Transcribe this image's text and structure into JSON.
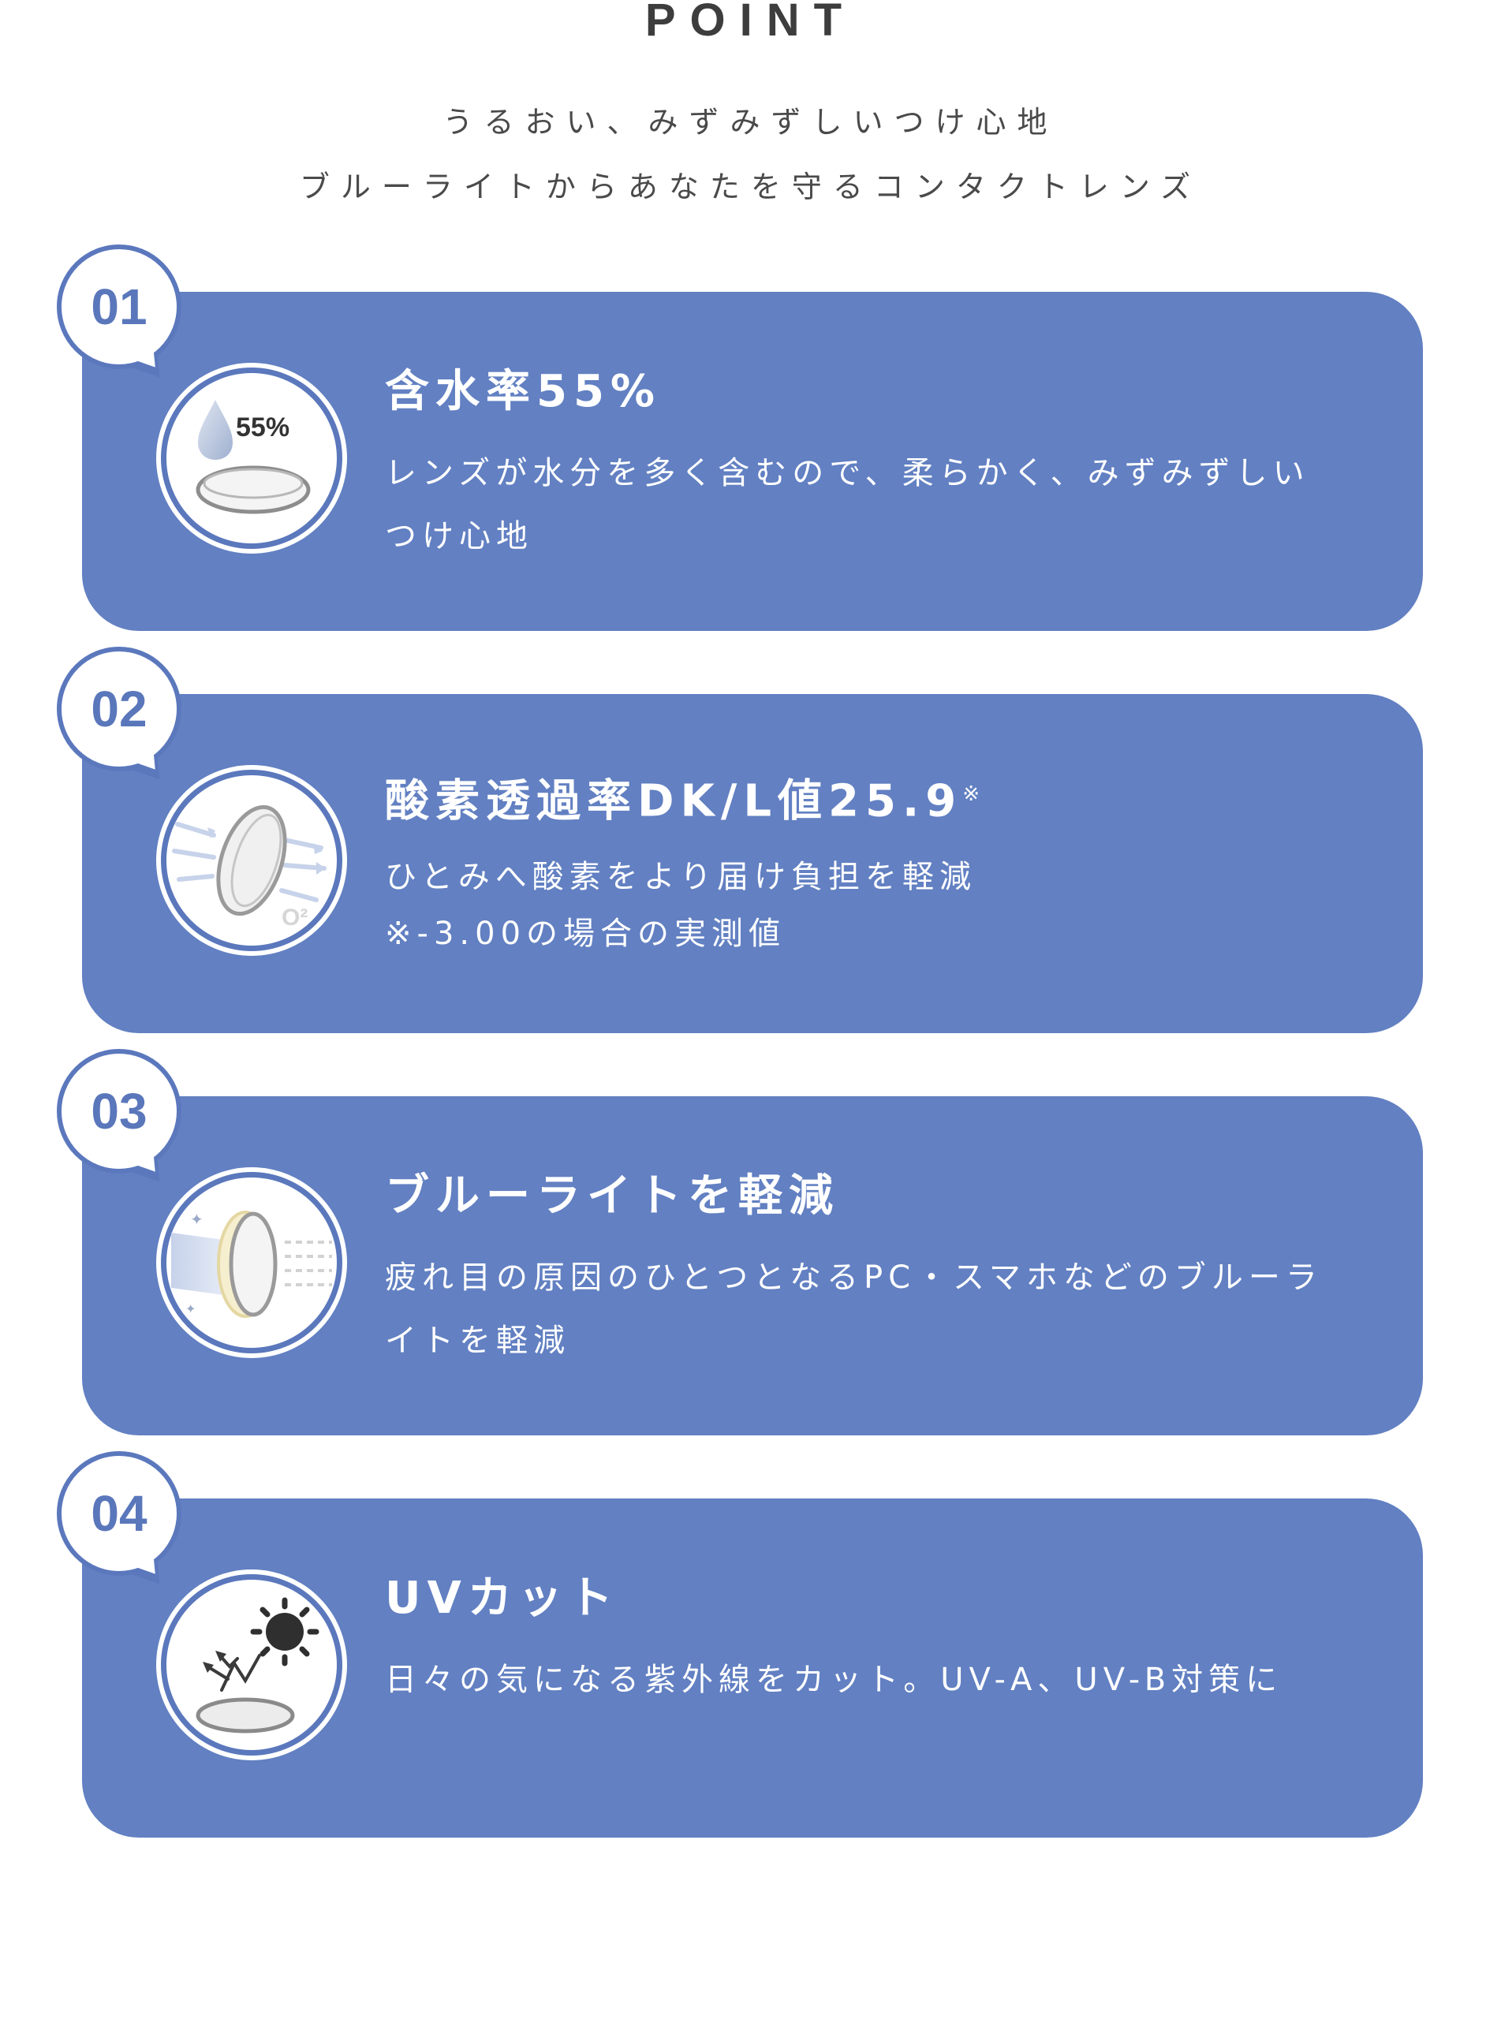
{
  "header": {
    "title": "POINT",
    "subtitle_line1": "うるおい、みずみずしいつけ心地",
    "subtitle_line2": "ブルーライトからあなたを守るコンタクトレンズ"
  },
  "colors": {
    "card_background": "#6280c2",
    "badge_border": "#5b78bd",
    "badge_number": "#5a77bb",
    "text_on_card": "#ffffff"
  },
  "points": [
    {
      "number": "01",
      "icon": "water-drop-lens-icon",
      "icon_label": "55%",
      "title": "含水率55%",
      "desc_line1": "レンズが水分を多く含むので、柔らかく、みずみずしい",
      "desc_line2": "つけ心地"
    },
    {
      "number": "02",
      "icon": "oxygen-lens-icon",
      "icon_label": "O²",
      "title": "酸素透過率DK/L値25.9",
      "title_note": "※",
      "desc_line1": "ひとみへ酸素をより届け負担を軽減",
      "desc_line2": "※-3.00の場合の実測値"
    },
    {
      "number": "03",
      "icon": "blue-light-lens-icon",
      "title": "ブルーライトを軽減",
      "desc_line1": "疲れ目の原因のひとつとなるPC・スマホなどのブルーラ",
      "desc_line2": "イトを軽減"
    },
    {
      "number": "04",
      "icon": "uv-sun-lens-icon",
      "title": "UVカット",
      "desc_line1": "日々の気になる紫外線をカット。UV-A、UV-B対策に"
    }
  ]
}
